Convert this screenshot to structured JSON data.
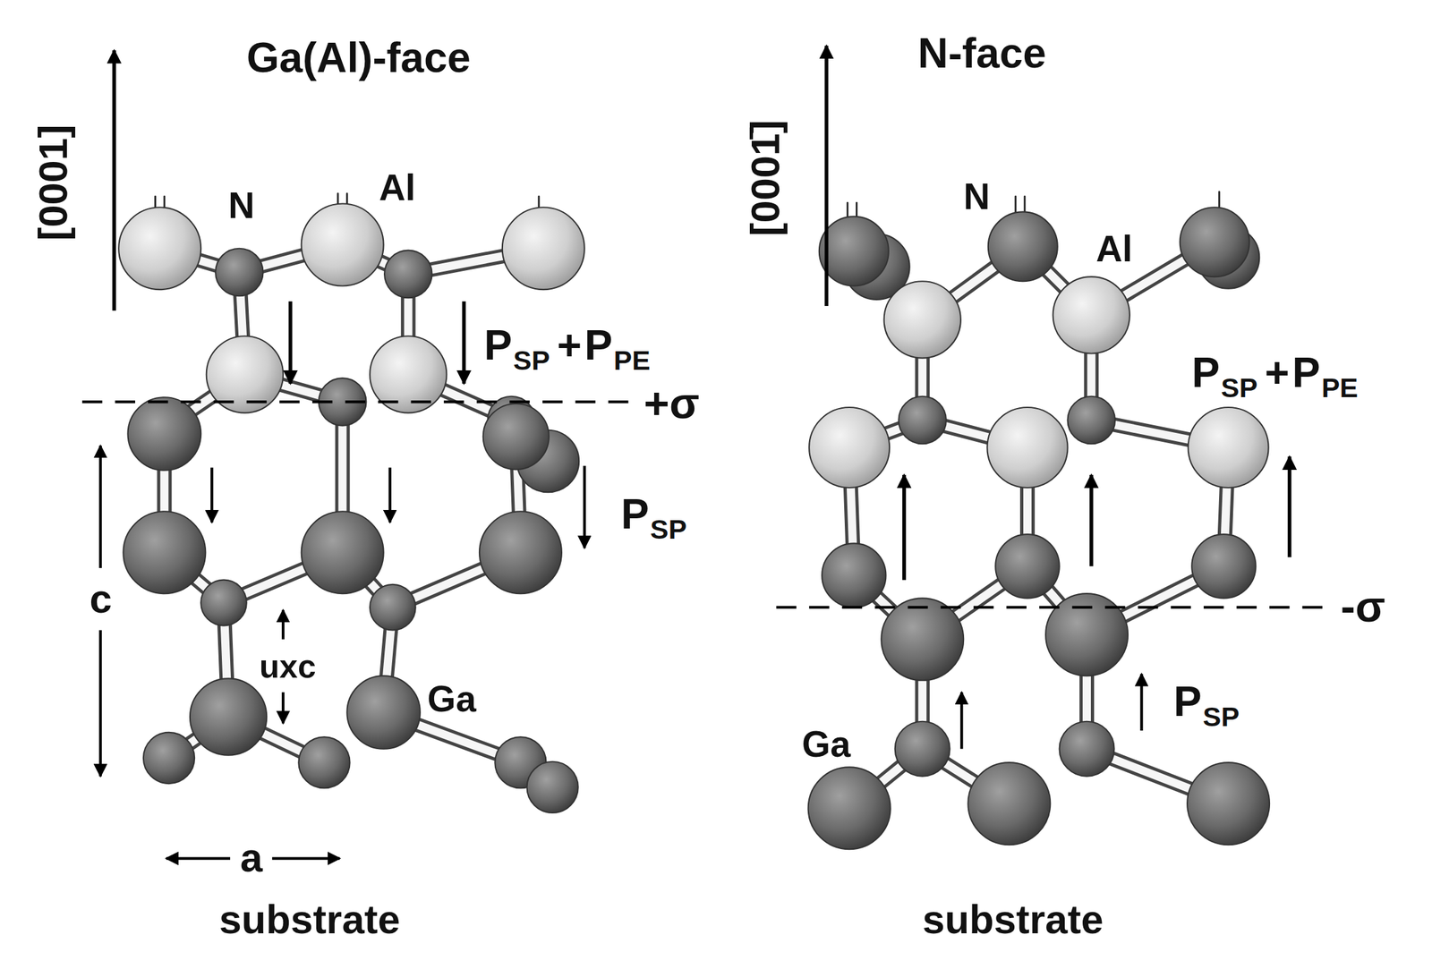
{
  "diagram": {
    "labels": [
      "Ga(Al)-face",
      "[0001]",
      "N",
      "Al",
      "P",
      "SP",
      "+",
      "P",
      "PE",
      "+σ",
      "P",
      "SP",
      "c",
      "uxc",
      "Ga",
      "a",
      "substrate",
      "N-face",
      "[0001̄]",
      "N",
      "Al",
      "P",
      "SP",
      "+",
      "P",
      "PE",
      "-σ",
      "Ga",
      "P",
      "SP",
      "substrate"
    ]
  }
}
